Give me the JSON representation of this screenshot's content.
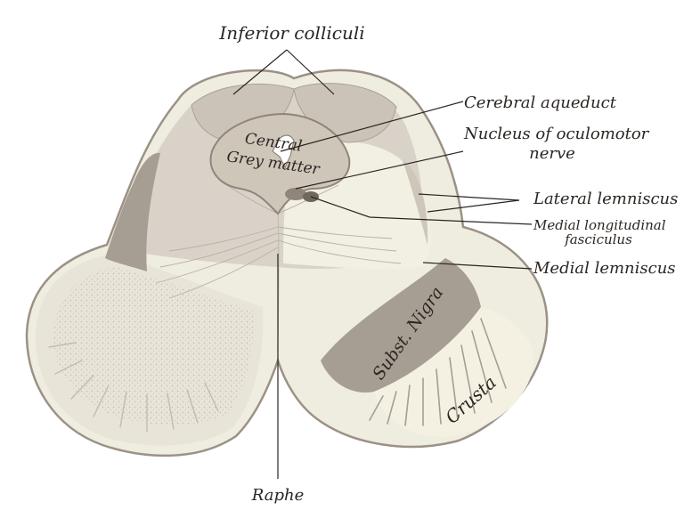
{
  "labels": {
    "inferior_colliculi": "Inferior colliculi",
    "cerebral_aqueduct": "Cerebral aqueduct",
    "nucleus_line1": "Nucleus of oculomotor",
    "nucleus_line2": "nerve",
    "lateral_lemniscus": "Lateral lemniscus",
    "mlf_line1": "Medial longitudinal",
    "mlf_line2": "fasciculus",
    "medial_lemniscus": "Medial lemniscus",
    "raphe": "Raphe",
    "central": "Central",
    "grey_matter": "Grey matter",
    "subst_nigra": "Subst. Nigra",
    "crusta": "Crusta"
  },
  "colors": {
    "outline": "#9c9186",
    "tegmentum": "#d9d2c8",
    "pale": "#f2efe3",
    "central_grey": "#cfc6ba",
    "nigra": "#a69d93",
    "crusta": "#f4f1e2",
    "ink": "#2b2622"
  }
}
